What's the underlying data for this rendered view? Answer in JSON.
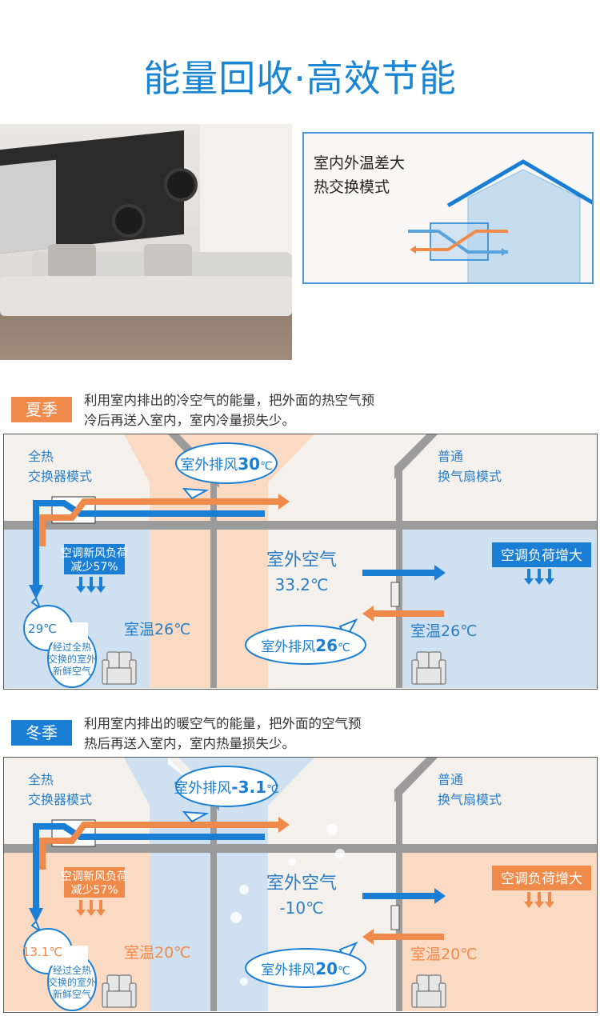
{
  "header": {
    "title": "能量回收·高效节能"
  },
  "intro": {
    "line1": "室内外温差大",
    "line2": "热交换模式"
  },
  "summer": {
    "badge": "夏季",
    "desc_line1": "利用室内排出的冷空气的能量，把外面的热空气预",
    "desc_line2": "冷后再送入室内，室内冷量损失少。",
    "left_mode_1": "全热",
    "left_mode_2": "交换器模式",
    "right_mode_1": "普通",
    "right_mode_2": "换气扇模式",
    "exhaust_top_label": "室外排风",
    "exhaust_top_value": "30",
    "unit": "℃",
    "load_box_1": "空调新风负荷",
    "load_box_2": "减少57%",
    "outdoor_label": "室外空气",
    "outdoor_temp": "33.2℃",
    "load_increase": "空调负荷增大",
    "exhaust_bottom_label": "室外排风",
    "exhaust_bottom_value": "26",
    "supply_temp": "29℃",
    "cloud_1": "经过全热",
    "cloud_2": "交换的室外",
    "cloud_3": "新鲜空气",
    "room_temp_left": "室温26℃",
    "room_temp_right": "室温26℃"
  },
  "winter": {
    "badge": "冬季",
    "desc_line1": "利用室内排出的暖空气的能量，把外面的空气预",
    "desc_line2": "热后再送入室内，室内热量损失少。",
    "left_mode_1": "全热",
    "left_mode_2": "交换器模式",
    "right_mode_1": "普通",
    "right_mode_2": "换气扇模式",
    "exhaust_top_label": "室外排风",
    "exhaust_top_value": "-3.1",
    "unit": "℃",
    "load_box_1": "空调新风负荷",
    "load_box_2": "减少57%",
    "outdoor_label": "室外空气",
    "outdoor_temp": "-10℃",
    "load_increase": "空调负荷增大",
    "exhaust_bottom_label": "室外排风",
    "exhaust_bottom_value": "20",
    "supply_temp": "13.1℃",
    "cloud_1": "经过全热",
    "cloud_2": "交换的室外",
    "cloud_3": "新鲜空气",
    "room_temp_left": "室温20℃",
    "room_temp_right": "室温20℃"
  },
  "colors": {
    "blue": "#1a7fd4",
    "orange": "#ef8a4a",
    "beige": "#f4f1ec",
    "light_blue": "#cfe1f1",
    "peach": "#fbdac4",
    "gray": "#9b9b9b"
  }
}
